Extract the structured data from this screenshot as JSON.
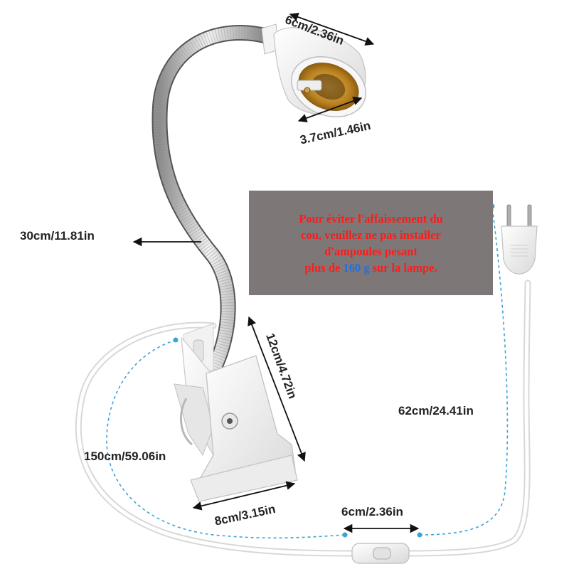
{
  "dimensions": {
    "socket_length": "6cm/2.36in",
    "socket_diameter": "3.7cm/1.46in",
    "neck_length": "30cm/11.81in",
    "clip_height": "12cm/4.72in",
    "clip_width": "8cm/3.15in",
    "cable_length": "150cm/59.06in",
    "plug_cable_length": "62cm/24.41in",
    "switch_length": "6cm/2.36in"
  },
  "warning": {
    "line1": "Pour éviter l'affaissement du",
    "line2": "cou, veuillez ne pas installer",
    "line3": "d'ampoules pesant",
    "line4_prefix": "plus de ",
    "line4_weight": "160 g",
    "line4_suffix": " sur la lampe."
  },
  "colors": {
    "warning_background": "#7d7877",
    "warning_text": "#ff1a1a",
    "warning_highlight": "#1f6fe0",
    "dashed_guides": "#3aa3d8"
  },
  "icons": [
    "lamp-socket",
    "gooseneck",
    "clamp-clip",
    "power-cable",
    "eu-plug",
    "inline-switch"
  ]
}
